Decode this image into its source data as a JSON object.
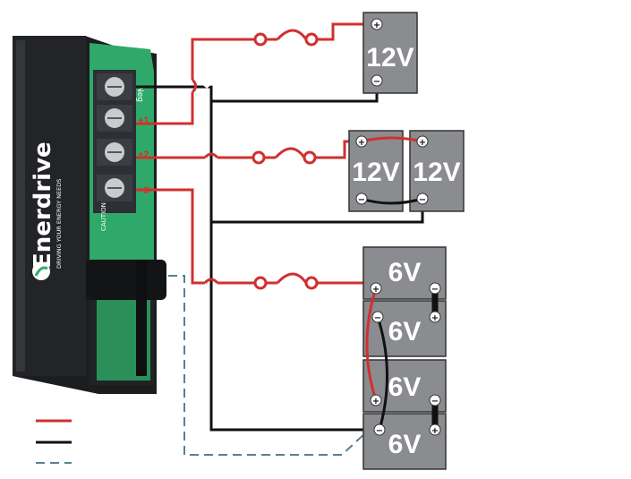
{
  "charger": {
    "brand": "Enerdrive",
    "tagline": "DRIVING YOUR ENERGY NEEDS",
    "neg_label": "Neg",
    "outputs": [
      "+1",
      "+2",
      "+3"
    ],
    "caution_text": "CAUTION"
  },
  "batteries": {
    "bank1": [
      {
        "label": "12V"
      }
    ],
    "bank2": [
      {
        "label": "12V"
      },
      {
        "label": "12V"
      }
    ],
    "bank3": [
      {
        "label": "6V"
      },
      {
        "label": "6V"
      },
      {
        "label": "6V"
      },
      {
        "label": "6V"
      }
    ]
  },
  "terminals": {
    "positive": "+",
    "negative": "−"
  },
  "legend": [
    {
      "color": "#d0302f",
      "style": "solid"
    },
    {
      "color": "#111111",
      "style": "solid"
    },
    {
      "color": "#5a7f8e",
      "style": "dashed"
    }
  ],
  "colors": {
    "positive_wire": "#d0302f",
    "negative_wire": "#111111",
    "sensor_wire": "#5a7f8e",
    "battery_fill": "#8a8c8f",
    "charger_green": "#2fa96a",
    "charger_body": "#1b1d1f"
  }
}
